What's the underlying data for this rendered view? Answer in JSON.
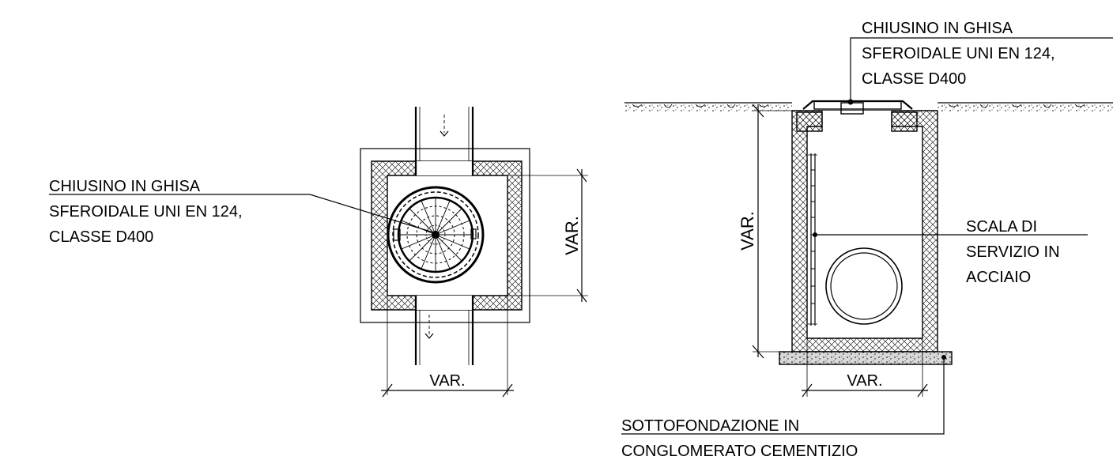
{
  "plan_view": {
    "cover_label": {
      "line1": "CHIUSINO IN GHISA",
      "line2": "SFEROIDALE UNI EN 124,",
      "line3": "CLASSE D400"
    },
    "dim_vertical": "VAR.",
    "dim_horizontal": "VAR."
  },
  "section_view": {
    "cover_label": {
      "line1": "CHIUSINO IN GHISA",
      "line2": "SFEROIDALE UNI EN 124,",
      "line3": "CLASSE D400"
    },
    "ladder_label": {
      "line1": "SCALA DI",
      "line2": "SERVIZIO IN",
      "line3": "ACCIAIO"
    },
    "base_label": {
      "line1": "SOTTOFONDAZIONE IN",
      "line2": "CONGLOMERATO CEMENTIZIO"
    },
    "dim_vertical": "VAR.",
    "dim_horizontal": "VAR."
  }
}
